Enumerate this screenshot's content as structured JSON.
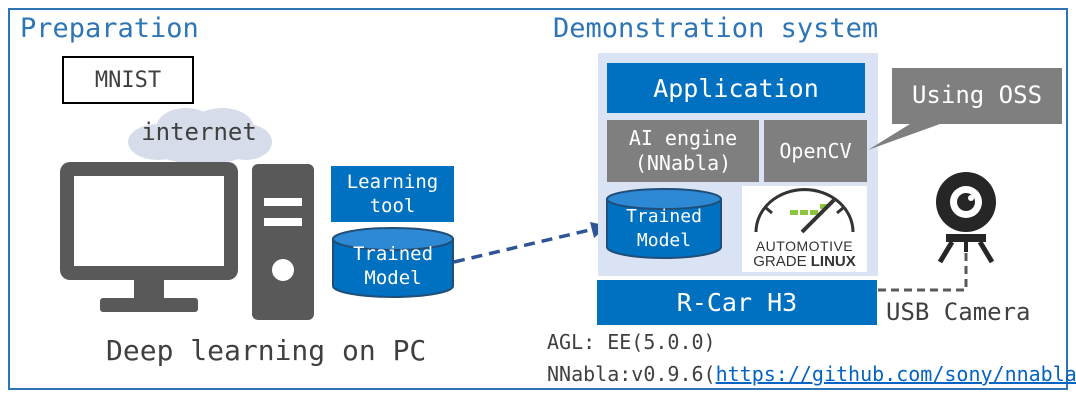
{
  "preparation": {
    "title": "Preparation",
    "mnist_label": "MNIST",
    "internet_label": "internet",
    "learning_tool_line1": "Learning",
    "learning_tool_line2": "tool",
    "trained_model_line1": "Trained",
    "trained_model_line2": "Model",
    "pc_caption": "Deep learning on PC"
  },
  "demo": {
    "title": "Demonstration system",
    "application_label": "Application",
    "ai_engine_line1": "AI engine",
    "ai_engine_line2": "(NNabla)",
    "opencv_label": "OpenCV",
    "callout_label": "Using OSS",
    "trained_model_line1": "Trained",
    "trained_model_line2": "Model",
    "agl_logo_line1": "AUTOMOTIVE",
    "agl_logo_line2_a": "GRADE",
    "agl_logo_line2_b": "LINUX",
    "rcar_label": "R-Car H3",
    "usb_camera_label": "USB Camera",
    "agl_version": "AGL: EE(5.0.0)",
    "nnabla_version_prefix": "NNabla:v0.9.6(",
    "nnabla_link": "https://github.com/sony/nnabla",
    "nnabla_version_suffix": ")"
  },
  "colors": {
    "blue": "#0070c0",
    "frame_blue": "#2e75b6",
    "gray": "#7f7f7f",
    "dark_gray": "#595959",
    "panel_bg": "#dae3f3",
    "cloud": "#d6dce9",
    "agl_green": "#8cc63f"
  }
}
